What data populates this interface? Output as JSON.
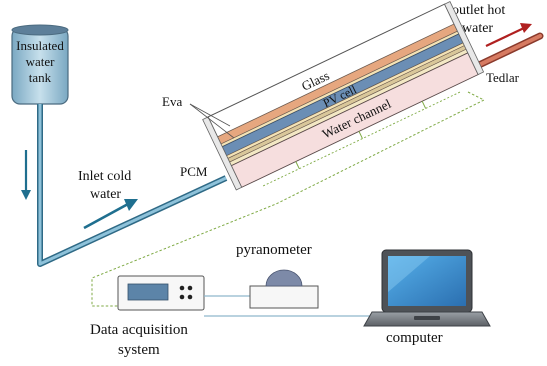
{
  "tank": {
    "line1": "Insulated",
    "line2": "water",
    "line3": "tank"
  },
  "inlet": {
    "line1": "Inlet cold",
    "line2": "water"
  },
  "outlet": {
    "line1": "outlet hot",
    "line2": "water"
  },
  "layers": {
    "glass": "Glass",
    "pv": "PV cell",
    "water": "Water channel",
    "eva": "Eva",
    "pcm": "PCM",
    "tedlar": "Tedlar"
  },
  "daq": {
    "line1": "Data acquisition",
    "line2": "system"
  },
  "pyranometer": "pyranometer",
  "computer": "computer",
  "colors": {
    "pipe": "#4a8ba8",
    "pipe_dark": "#2f6a86",
    "hot_pipe": "#c45a44",
    "glass_layer": "#e6a77f",
    "pv_layer": "#6b8eb5",
    "water_layer": "#f6dede",
    "eva_layer": "#f3e2b5",
    "tank_fill": "#9fc4d8",
    "tank_top": "#5d7f99",
    "screen": "#3d8fd0",
    "arrow_blue": "#1f6f8f",
    "arrow_red": "#b02020",
    "wire_green": "#7faa45",
    "wire_blue": "#8fb7cc"
  }
}
